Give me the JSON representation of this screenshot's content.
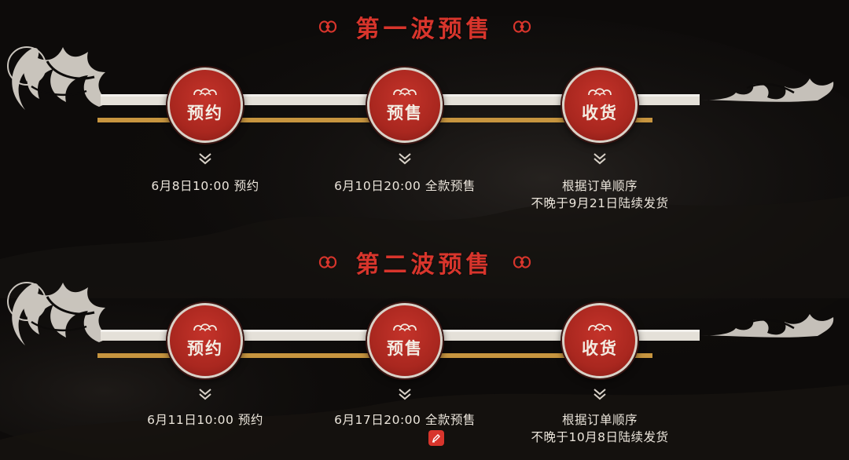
{
  "waves": [
    {
      "title": "第一波预售",
      "steps": [
        {
          "label": "预约",
          "caption": [
            "6月8日10:00 预约"
          ]
        },
        {
          "label": "预售",
          "caption": [
            "6月10日20:00  全款预售"
          ]
        },
        {
          "label": "收货",
          "caption": [
            "根据订单顺序",
            "不晚于9月21日陆续发货"
          ]
        }
      ]
    },
    {
      "title": "第二波预售",
      "steps": [
        {
          "label": "预约",
          "caption": [
            "6月11日10:00 预约"
          ]
        },
        {
          "label": "预售",
          "caption": [
            "6月17日20:00  全款预售"
          ]
        },
        {
          "label": "收货",
          "caption": [
            "根据订单顺序",
            "不晚于10月8日陆续发货"
          ]
        }
      ]
    }
  ],
  "colors": {
    "accent_red": "#d8352c",
    "node_red": "#a9271f",
    "bar_white": "#e4e0d8",
    "bar_gold": "#c7953f",
    "background": "#0d0b0a"
  },
  "icons": {
    "ornament": "cloud-scroll-ornament-icon",
    "chevron": "double-chevron-down-icon",
    "node_cloud": "auspicious-cloud-icon",
    "badge": "pen-edit-badge-icon",
    "flame_left": "ink-flame-swirl-icon",
    "flame_right": "ink-wave-swirl-icon"
  }
}
